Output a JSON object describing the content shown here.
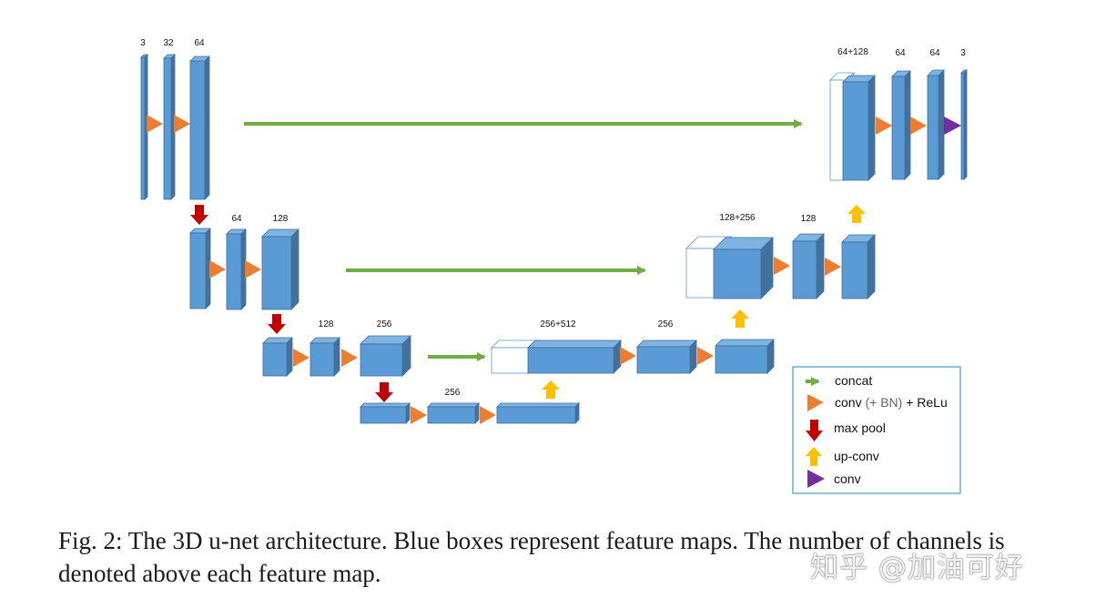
{
  "colors": {
    "feature_map": "#5b9bd5",
    "feature_map_top": "#7fb3e2",
    "feature_map_side": "#41719c",
    "copied_map": "#ffffff",
    "concat_arrow": "#70ad47",
    "conv_bn_relu": "#ed7d31",
    "max_pool": "#c00000",
    "up_conv": "#ffc000",
    "conv": "#7030a0",
    "legend_border": "#4d9ac4"
  },
  "levels": {
    "l1_enc": [
      "3",
      "32",
      "64"
    ],
    "l1_dec": [
      "64+128",
      "64",
      "64",
      "3"
    ],
    "l2_enc": [
      "64",
      "128"
    ],
    "l2_dec": [
      "128+256",
      "128"
    ],
    "l3_enc": [
      "128",
      "256"
    ],
    "l3_dec": [
      "256+512",
      "256"
    ],
    "l4": [
      "256"
    ]
  },
  "legend": {
    "concat": "concat",
    "conv_bn_relu_a": "conv",
    "conv_bn_relu_b": "(+ BN)",
    "conv_bn_relu_c": "+ ReLu",
    "max_pool": "max pool",
    "up_conv": "up-conv",
    "conv": "conv"
  },
  "caption": "Fig. 2: The 3D u-net architecture. Blue boxes represent feature maps. The number of channels is denoted above each feature map.",
  "watermark": "知乎 @加油可好"
}
